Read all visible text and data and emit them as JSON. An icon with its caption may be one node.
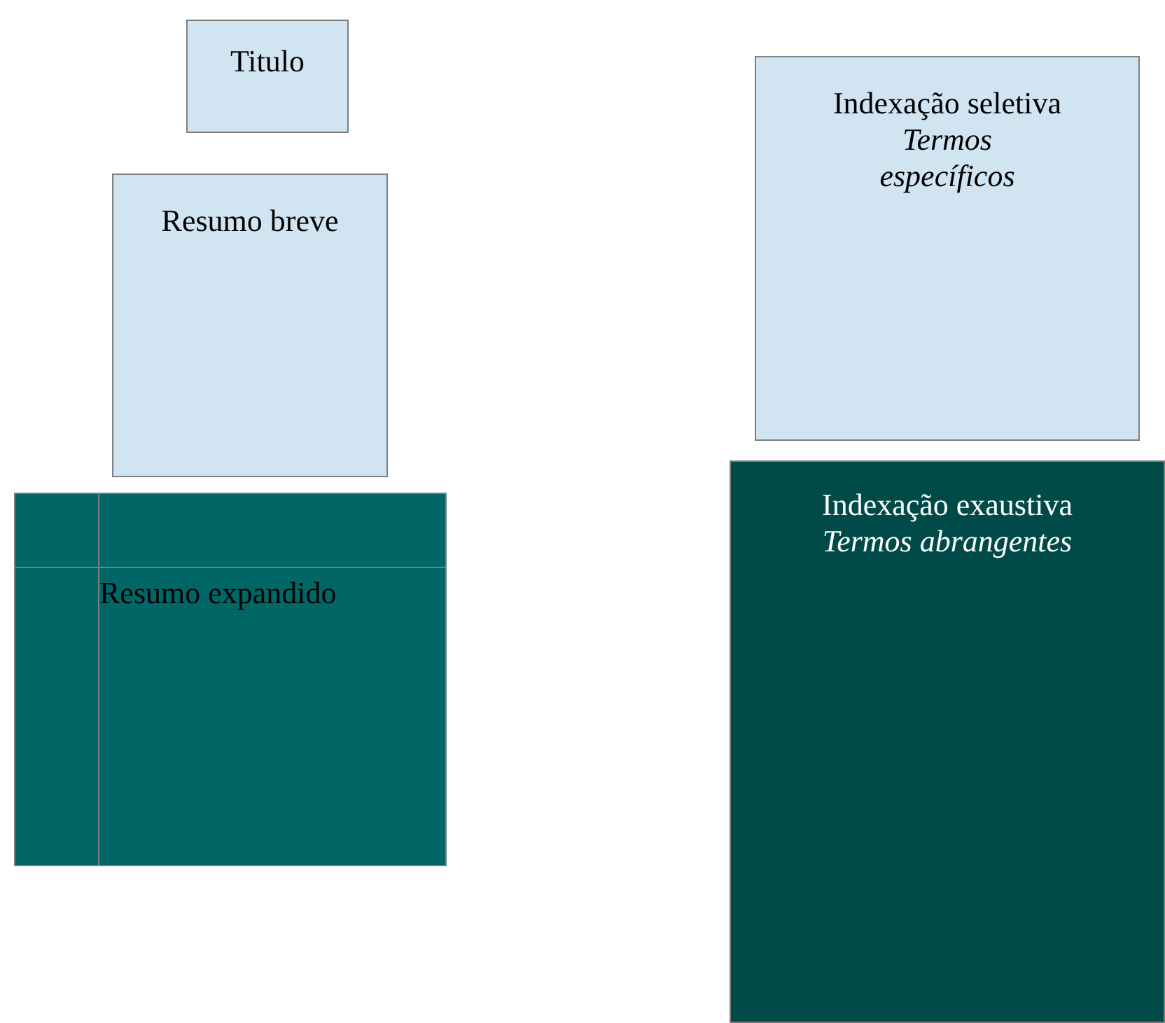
{
  "diagram": {
    "nodes": [
      {
        "text": [
          "Titulo"
        ]
      },
      {
        "text": [
          "Resumo breve"
        ]
      },
      {
        "text": [
          "Resumo expandido"
        ]
      },
      {
        "text": [
          "Indexação seletiva",
          "Termos específicos"
        ]
      },
      {
        "text": [
          "Indexação exaustiva",
          "Termos abrangentes"
        ]
      }
    ]
  }
}
